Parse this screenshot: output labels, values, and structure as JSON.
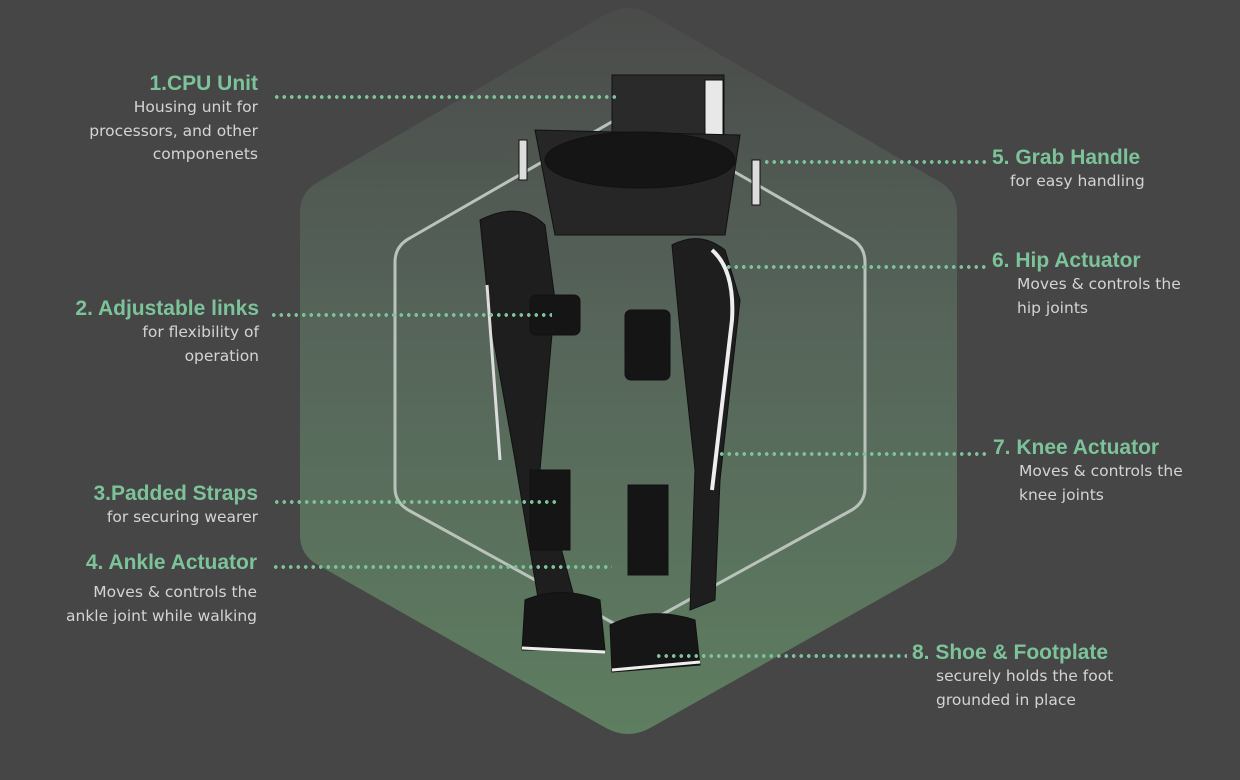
{
  "colors": {
    "background": "#464646",
    "accent": "#7cc39a",
    "hex_fill": "#5d7b60"
  },
  "components": [
    {
      "title": "1.CPU Unit",
      "desc": [
        "Housing unit for",
        "processors, and other",
        "componenets"
      ]
    },
    {
      "title": "2. Adjustable links",
      "desc": [
        "for flexibility of",
        "operation"
      ]
    },
    {
      "title": "3.Padded Straps",
      "desc": [
        "for securing wearer"
      ]
    },
    {
      "title": "4. Ankle Actuator",
      "desc": [
        "Moves & controls the",
        "ankle joint while walking"
      ]
    },
    {
      "title": "5. Grab Handle",
      "desc": [
        "for easy handling"
      ]
    },
    {
      "title": "6. Hip Actuator",
      "desc": [
        "Moves & controls the",
        "hip joints"
      ]
    },
    {
      "title": "7. Knee Actuator",
      "desc": [
        "Moves & controls the",
        "knee joints"
      ]
    },
    {
      "title": "8. Shoe & Footplate",
      "desc": [
        "securely holds the foot",
        "grounded in place"
      ]
    }
  ]
}
